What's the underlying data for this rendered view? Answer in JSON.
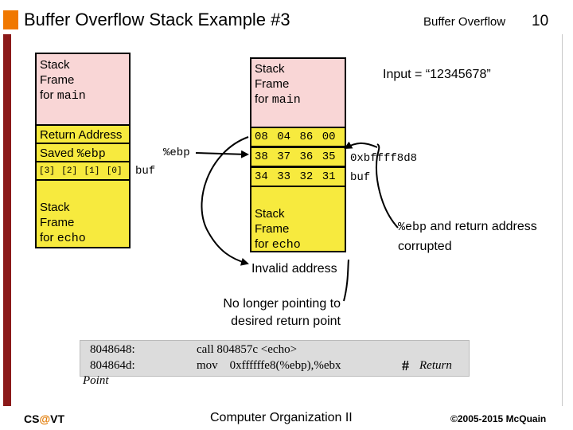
{
  "header": {
    "title": "Buffer Overflow Stack Example #3",
    "section": "Buffer Overflow",
    "page_number": "10"
  },
  "left_stack": {
    "main_frame": {
      "line1": "Stack",
      "line2": "Frame",
      "line3_prefix": "for ",
      "line3_code": "main"
    },
    "return_address": "Return Address",
    "saved_ebp_prefix": "Saved ",
    "saved_ebp_code": "%ebp",
    "buf_cells": [
      "[3]",
      "[2]",
      "[1]",
      "[0]"
    ],
    "buf_label": "buf",
    "ebp_label": "%ebp",
    "echo_frame": {
      "line1": "Stack",
      "line2": "Frame",
      "line3_prefix": "for ",
      "line3_code": "echo"
    }
  },
  "right_stack": {
    "input_label": "Input = “12345678”",
    "main_frame": {
      "line1": "Stack",
      "line2": "Frame",
      "line3_prefix": "for ",
      "line3_code": "main"
    },
    "row_return": [
      "08",
      "04",
      "86",
      "00"
    ],
    "row_ebp": [
      "38",
      "37",
      "36",
      "35"
    ],
    "row_buf": [
      "34",
      "33",
      "32",
      "31"
    ],
    "ebp_value": "0xbffff8d8",
    "buf_label": "buf",
    "echo_frame": {
      "line1": "Stack",
      "line2": "Frame",
      "line3_prefix": "for ",
      "line3_code": "echo"
    }
  },
  "annotations": {
    "corrupted_code": "%ebp",
    "corrupted_text": " and return address",
    "corrupted_line2": "corrupted",
    "invalid_address": "Invalid address",
    "no_longer_1": "No longer pointing to",
    "no_longer_2": "desired return point"
  },
  "code": {
    "line1_addr": "8048648:",
    "line1_instr": "call 804857c <echo>",
    "line2_addr": "804864d:",
    "line2_instr": "mov    0xffffffe8(%ebp),%ebx",
    "comment_hash": "#",
    "comment_text": "Return",
    "comment_cont": "Point"
  },
  "footer": {
    "left_pre": "CS",
    "left_at": "@",
    "left_post": "VT",
    "center": "Computer Organization II",
    "right": "©2005-2015 McQuain"
  },
  "colors": {
    "title_mark": "#f07800",
    "left_bar": "#8b1a1a",
    "frame_main": "#f9d6d6",
    "frame_echo": "#f7ea3e"
  }
}
